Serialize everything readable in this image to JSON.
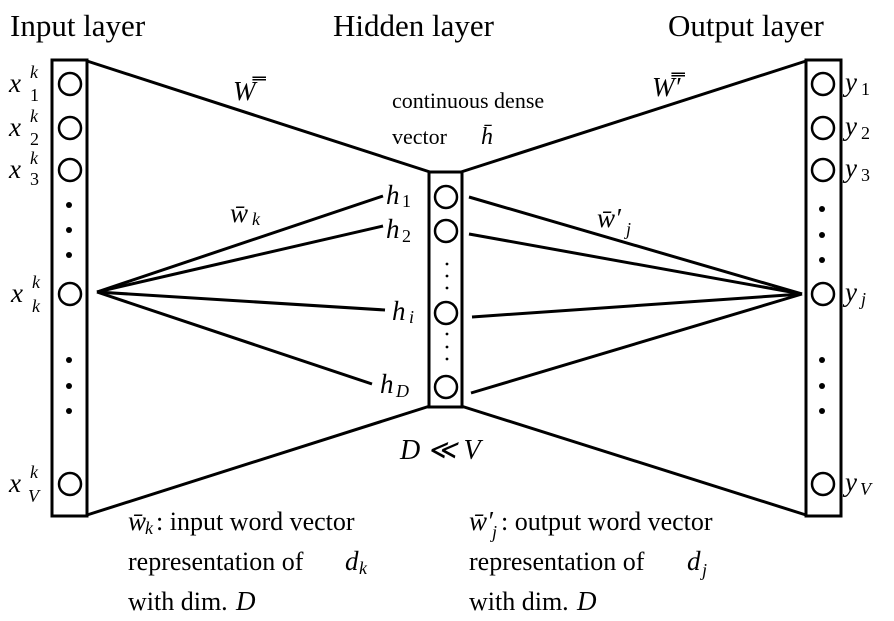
{
  "layers": {
    "input": {
      "title": "Input layer",
      "nodes": [
        {
          "base": "x",
          "sup": "k",
          "sub": "1"
        },
        {
          "base": "x",
          "sup": "k",
          "sub": "2"
        },
        {
          "base": "x",
          "sup": "k",
          "sub": "3"
        },
        {
          "base": "x",
          "sup": "k",
          "sub": "k"
        },
        {
          "base": "x",
          "sup": "k",
          "sub": "V"
        }
      ]
    },
    "hidden": {
      "title": "Hidden layer",
      "caption_line1": "continuous dense",
      "caption_line2": "vector ",
      "caption_math": "h̄",
      "nodes": [
        {
          "base": "h",
          "sub": "1"
        },
        {
          "base": "h",
          "sub": "2"
        },
        {
          "base": "h",
          "sub": "i"
        },
        {
          "base": "h",
          "sub": "D"
        }
      ],
      "constraint": "D ≪ V"
    },
    "output": {
      "title": "Output layer",
      "nodes": [
        {
          "base": "y",
          "sub": "1"
        },
        {
          "base": "y",
          "sub": "2"
        },
        {
          "base": "y",
          "sub": "3"
        },
        {
          "base": "y",
          "sub": "j"
        },
        {
          "base": "y",
          "sub": "V"
        }
      ]
    }
  },
  "weights": {
    "input_matrix": "W̿",
    "output_matrix": "W̿′",
    "input_vector": {
      "base": "w̄",
      "sub": "k"
    },
    "output_vector": {
      "base": "w̄′",
      "sub": "j"
    }
  },
  "notes": {
    "input": {
      "vec_base": "w̄",
      "vec_sub": "k",
      "line1_rest": ": input word vector",
      "line2": "representation of ",
      "line2_math_base": "d",
      "line2_math_sub": "k",
      "line3": "with dim. ",
      "line3_math": "D"
    },
    "output": {
      "vec_base": "w̄′",
      "vec_sub": "j",
      "line1_rest": ": output word vector",
      "line2": "representation of ",
      "line2_math_base": "d",
      "line2_math_sub": "j",
      "line3": "with dim. ",
      "line3_math": "D"
    }
  }
}
